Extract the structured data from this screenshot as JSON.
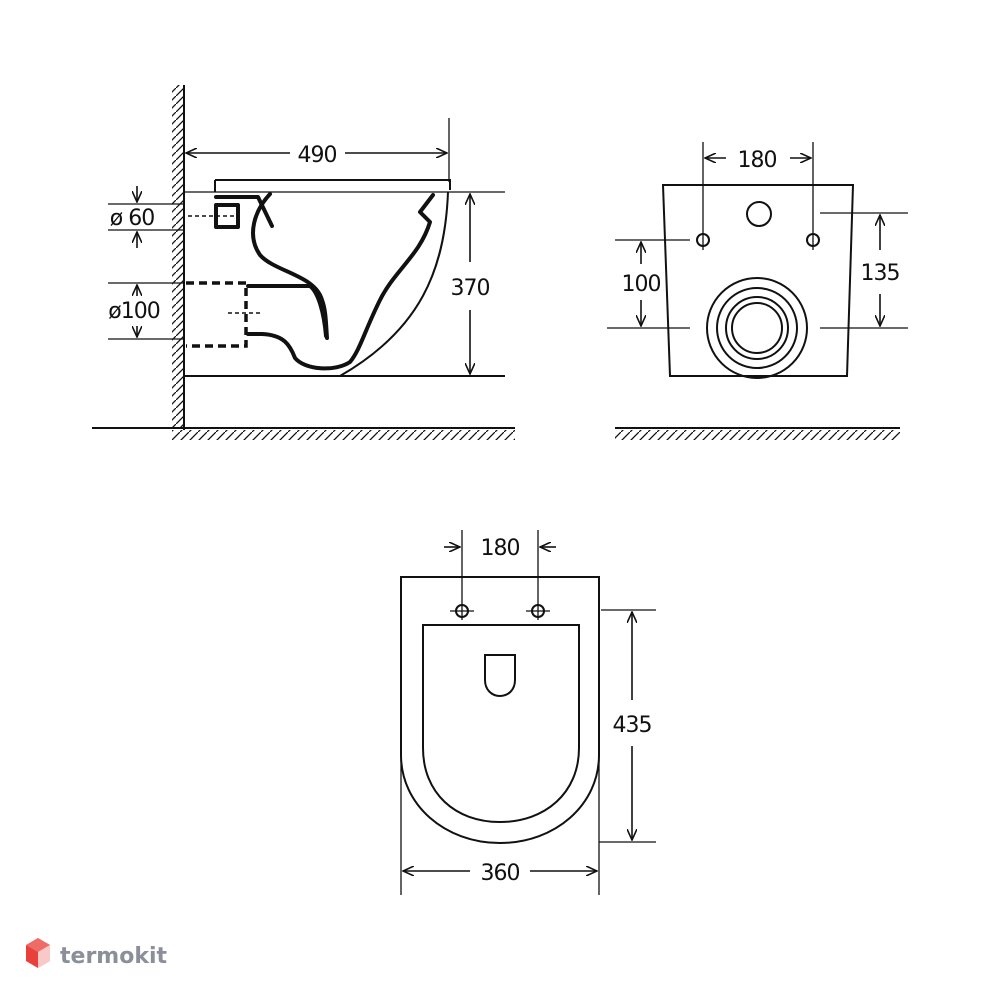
{
  "side_view": {
    "width_label": "490",
    "height_label": "370",
    "inlet_label": "ø 60",
    "outlet_label": "ø100"
  },
  "rear_view": {
    "bolt_spacing_label": "180",
    "left_height_label": "100",
    "right_height_label": "135"
  },
  "top_view": {
    "bolt_spacing_label": "180",
    "depth_label": "435",
    "width_label": "360"
  },
  "brand": {
    "name": "termokit",
    "accent_color": "#e8413c"
  }
}
